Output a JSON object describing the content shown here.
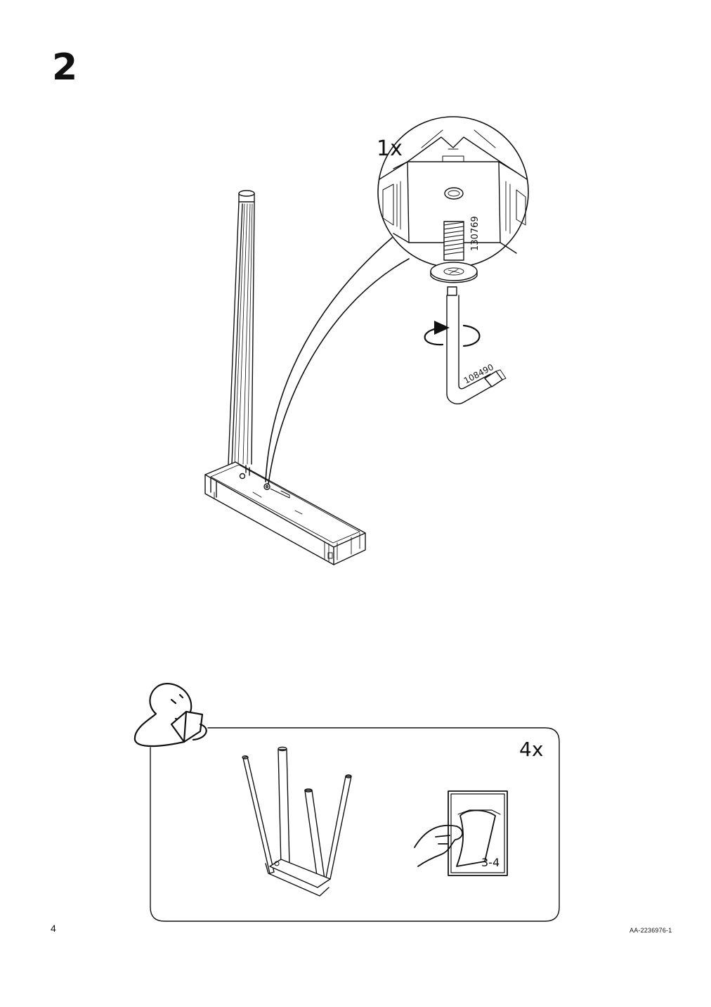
{
  "step": {
    "number": "2"
  },
  "detail": {
    "quantity": "1x",
    "bolt_part": "130769",
    "allen_key_part": "108490"
  },
  "hint": {
    "quantity": "4x",
    "page_ref": "3-4"
  },
  "footer": {
    "page_number": "4",
    "document_id": "AA-2236976-1"
  }
}
